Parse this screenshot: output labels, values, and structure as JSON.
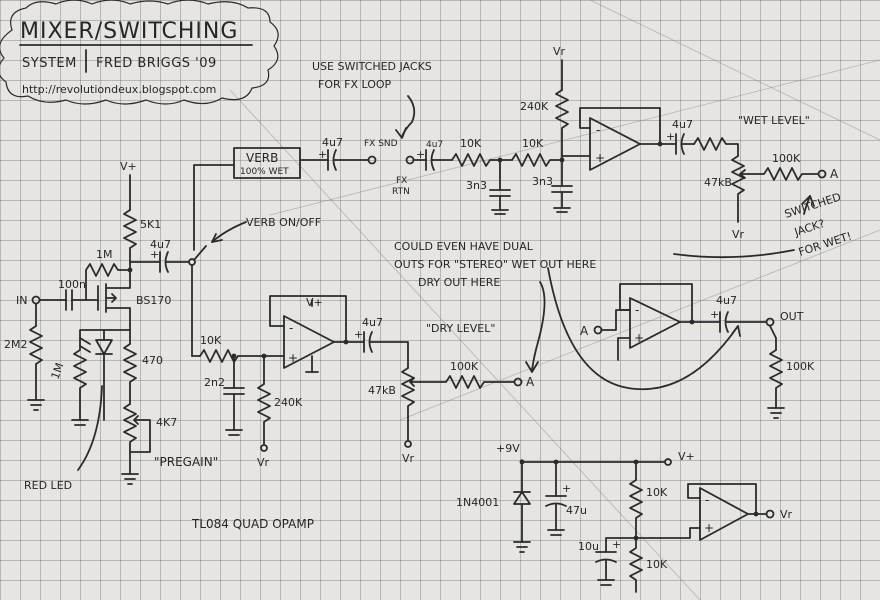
{
  "title_block": {
    "title": "MIXER/SWITCHING",
    "subtitle_left": "SYSTEM",
    "subtitle_right": "FRED BRIGGS '09",
    "url": "http://revolutiondeux.blogspot.com"
  },
  "notes": {
    "switched_jacks": [
      "USE SWITCHED JACKS",
      "FOR FX LOOP"
    ],
    "verb_onoff": "VERB ON/OFF",
    "wet_level": "\"WET LEVEL\"",
    "dry_level": "\"DRY LEVEL\"",
    "pregain": "\"PREGAIN\"",
    "red_led": "RED LED",
    "dual_outs": [
      "COULD EVEN HAVE DUAL",
      "OUTS FOR \"STEREO\" WET OUT HERE",
      "DRY OUT HERE"
    ],
    "switched_wet": [
      "SWITCHED",
      "JACK?",
      "FOR WET!"
    ],
    "quad_opamp": "TL084 QUAD OPAMP"
  },
  "blocks": {
    "verb_name": "VERB",
    "verb_sub": "100% WET",
    "fx_snd": "FX SND",
    "fx_rtn": [
      "FX",
      "RTN"
    ]
  },
  "components": {
    "r_240k_top": "240K",
    "c_4u7_fx": "4u7",
    "c_4u7_rtn": "4u7",
    "r_10k_a": "10K",
    "r_10k_b": "10K",
    "c_3n3_a": "3n3",
    "c_3n3_b": "3n3",
    "c_4u7_wet": "4u7",
    "pot_wet": "47kB",
    "r_100k_wet": "100K",
    "r_5k1": "5K1",
    "r_1m_gate": "1M",
    "c_4u7_drain": "4u7",
    "c_100n": "100n",
    "fet": "BS170",
    "r_2m2": "2M2",
    "r_1m_led": "1M",
    "r_470": "470",
    "pot_pregain": "4K7",
    "r_10k_dry": "10K",
    "c_2n2": "2n2",
    "r_240k_dry": "240K",
    "c_4u7_dry": "4u7",
    "pot_dry": "47kB",
    "r_100k_dry": "100K",
    "c_4u7_out": "4u7",
    "r_100k_out": "100K",
    "supply": "+9V",
    "diode": "1N4001",
    "c_47u": "47u",
    "r_10k_div_a": "10K",
    "r_10k_div_b": "10K",
    "c_10u": "10u"
  },
  "nodes": {
    "in": "IN",
    "out": "OUT",
    "vplus": "V+",
    "vr": "Vr",
    "a": "A"
  },
  "opamp_signs": {
    "minus": "-",
    "plus": "+"
  }
}
